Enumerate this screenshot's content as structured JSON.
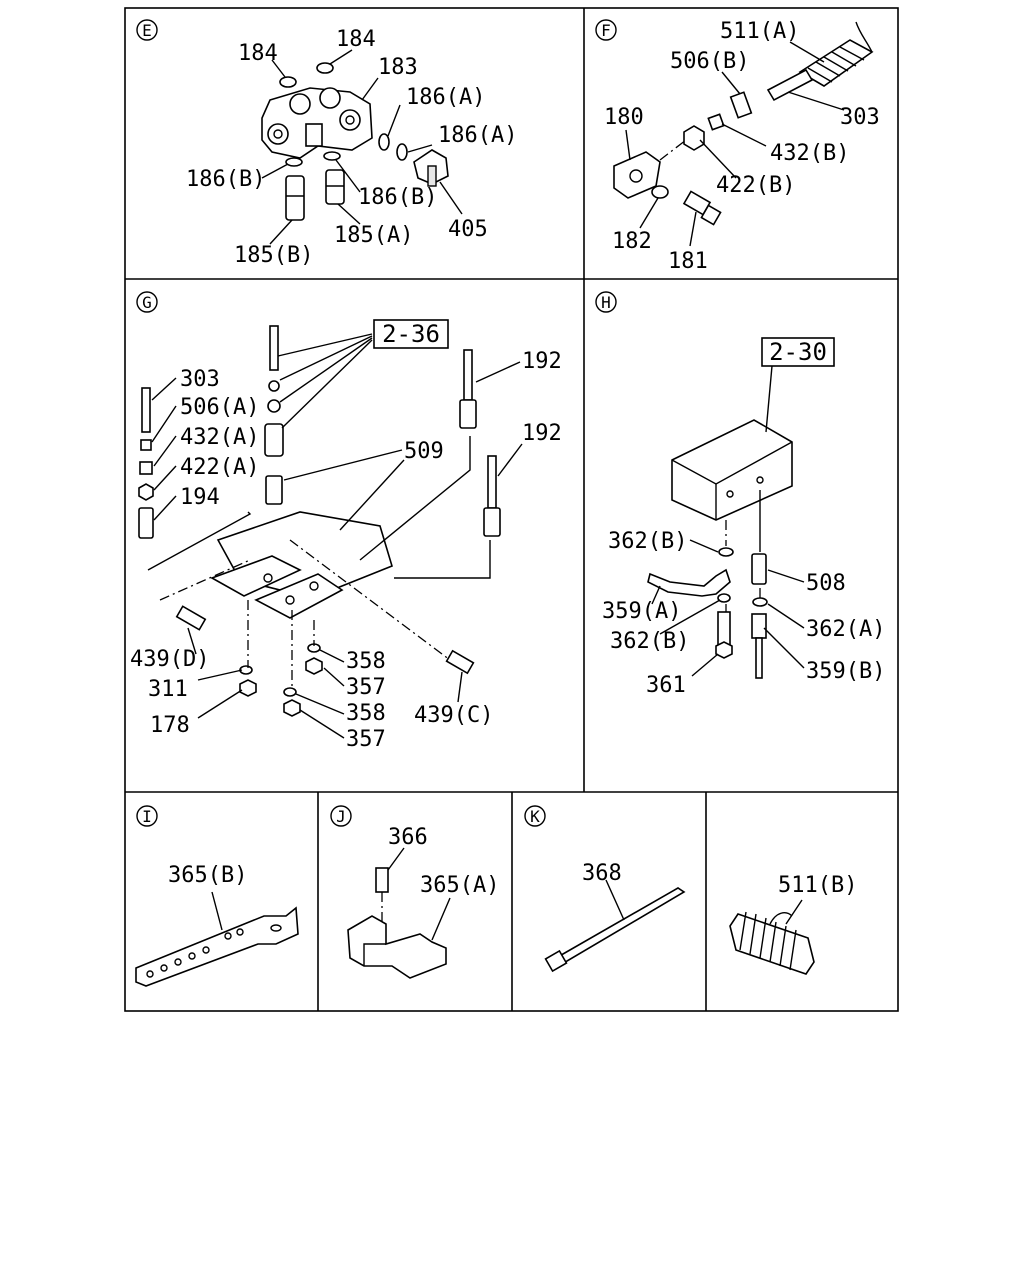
{
  "sections": {
    "E": {
      "letter": "E",
      "labels": [
        "184",
        "184",
        "183",
        "186(A)",
        "186(A)",
        "186(B)",
        "186(B)",
        "185(B)",
        "185(A)",
        "405"
      ]
    },
    "F": {
      "letter": "F",
      "labels": [
        "511(A)",
        "506(B)",
        "303",
        "180",
        "432(B)",
        "422(B)",
        "182",
        "181"
      ]
    },
    "G": {
      "letter": "G",
      "ref": "2-36",
      "labels": [
        "303",
        "506(A)",
        "432(A)",
        "422(A)",
        "194",
        "509",
        "192",
        "192",
        "439(D)",
        "311",
        "178",
        "358",
        "357",
        "358",
        "357",
        "439(C)"
      ]
    },
    "H": {
      "letter": "H",
      "ref": "2-30",
      "labels": [
        "362(B)",
        "508",
        "359(A)",
        "362(B)",
        "362(A)",
        "361",
        "359(B)"
      ]
    },
    "I": {
      "letter": "I",
      "labels": [
        "365(B)"
      ]
    },
    "J": {
      "letter": "J",
      "labels": [
        "366",
        "365(A)"
      ]
    },
    "K": {
      "letter": "K",
      "labels": [
        "368"
      ]
    },
    "L": {
      "labels": [
        "511(B)"
      ]
    }
  }
}
